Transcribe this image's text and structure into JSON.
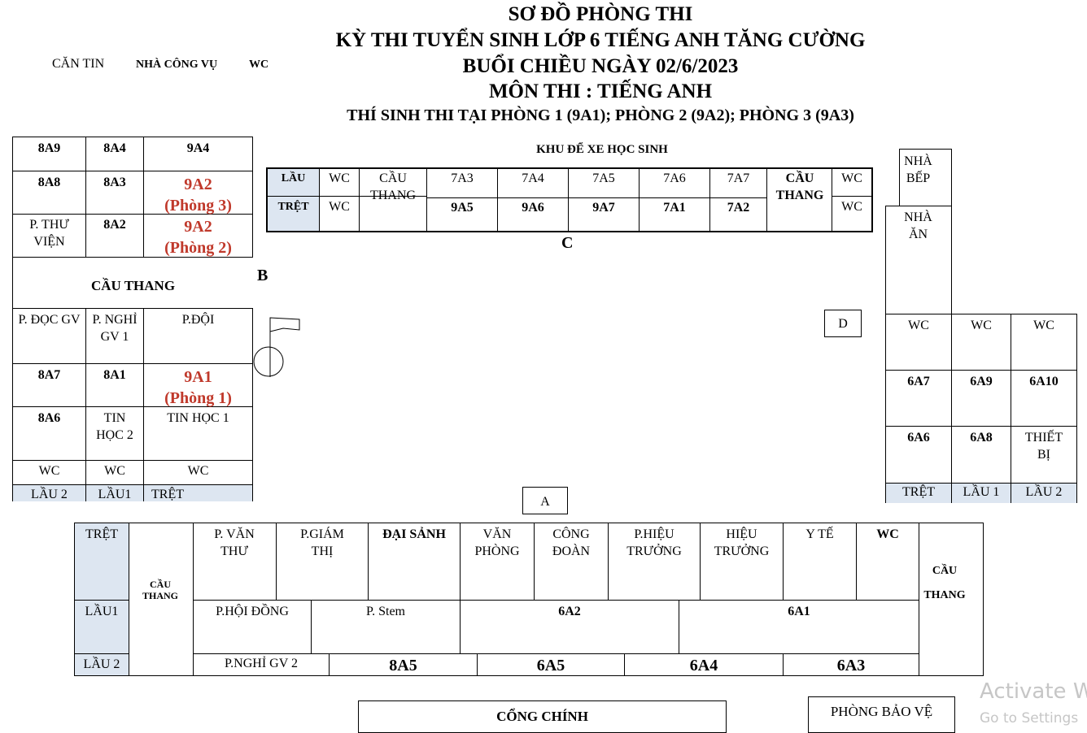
{
  "header": {
    "title_1": "SƠ ĐỒ PHÒNG THI",
    "title_2": "KỲ THI TUYỂN SINH LỚP 6 TIẾNG ANH TĂNG CƯỜNG",
    "title_3": "BUỔI CHIỀU NGÀY 02/6/2023",
    "title_4": "MÔN THI : TIẾNG ANH",
    "title_5": "THÍ SINH THI TẠI PHÒNG 1 (9A1); PHÒNG 2 (9A2); PHÒNG 3 (9A3)"
  },
  "top_left": {
    "canteen": "CĂN TIN",
    "staff_house": "NHÀ CÔNG VỤ",
    "wc": "WC"
  },
  "block_b": {
    "r1": [
      "8A9",
      "8A4",
      "9A4"
    ],
    "r2": [
      "8A8",
      "8A3",
      "9A2",
      "(Phòng 3)"
    ],
    "r3": [
      "P. THƯ VIỆN",
      "8A2",
      "9A2",
      "(Phòng 2)"
    ],
    "stairs": "CẦU THANG",
    "r4": [
      "P. ĐỌC GV",
      "P. NGHỈ GV 1",
      "P.ĐỘI"
    ],
    "r5": [
      "8A7",
      "8A1",
      "9A1",
      "(Phòng 1)"
    ],
    "r6": [
      "8A6",
      "TIN HỌC 2",
      "TIN HỌC 1"
    ],
    "r7": [
      "WC",
      "WC",
      "WC"
    ],
    "floors": [
      "LẦU 2",
      "LẦU1",
      "TRỆT"
    ],
    "letter": "B"
  },
  "block_c": {
    "parking": "KHU ĐỂ XE HỌC SINH",
    "lau": "LẦU",
    "tret": "TRỆT",
    "wc": "WC",
    "stairs": "CẦU THANG",
    "upper": [
      "7A3",
      "7A4",
      "7A5",
      "7A6",
      "7A7"
    ],
    "lower": [
      "9A5",
      "9A6",
      "9A7",
      "7A1",
      "7A2"
    ],
    "letter": "C"
  },
  "letter_d": "D",
  "block_d": {
    "kitchen": "NHÀ BẾP",
    "dining": "NHÀ ĂN",
    "wc_row": [
      "WC",
      "WC",
      "WC"
    ],
    "r2": [
      "6A7",
      "6A9",
      "6A10"
    ],
    "r3": [
      "6A6",
      "6A8",
      "THIẾT BỊ"
    ],
    "floors": [
      "TRỆT",
      "LẦU 1",
      "LẦU 2"
    ]
  },
  "letter_a": "A",
  "block_a": {
    "floors": [
      "TRỆT",
      "LẦU1",
      "LẦU 2"
    ],
    "stairs_left": "CẦU THANG",
    "stairs_right": "CẦU THANG",
    "ground": [
      "P. VĂN THƯ",
      "P.GIÁM THỊ",
      "ĐẠI SẢNH",
      "VĂN PHÒNG",
      "CÔNG ĐOÀN",
      "P.HIỆU TRƯỞNG",
      "HIỆU TRƯỞNG",
      "Y TẾ",
      "WC"
    ],
    "first": [
      "P.HỘI ĐỒNG",
      "P. Stem",
      "6A2",
      "6A1"
    ],
    "second": [
      "P.NGHỈ GV 2",
      "8A5",
      "6A5",
      "6A4",
      "6A3"
    ]
  },
  "bottom": {
    "gate": "CỔNG CHÍNH",
    "security": "PHÒNG BẢO VỆ"
  },
  "watermark": {
    "line1": "Activate W",
    "line2": "Go to Settings"
  }
}
